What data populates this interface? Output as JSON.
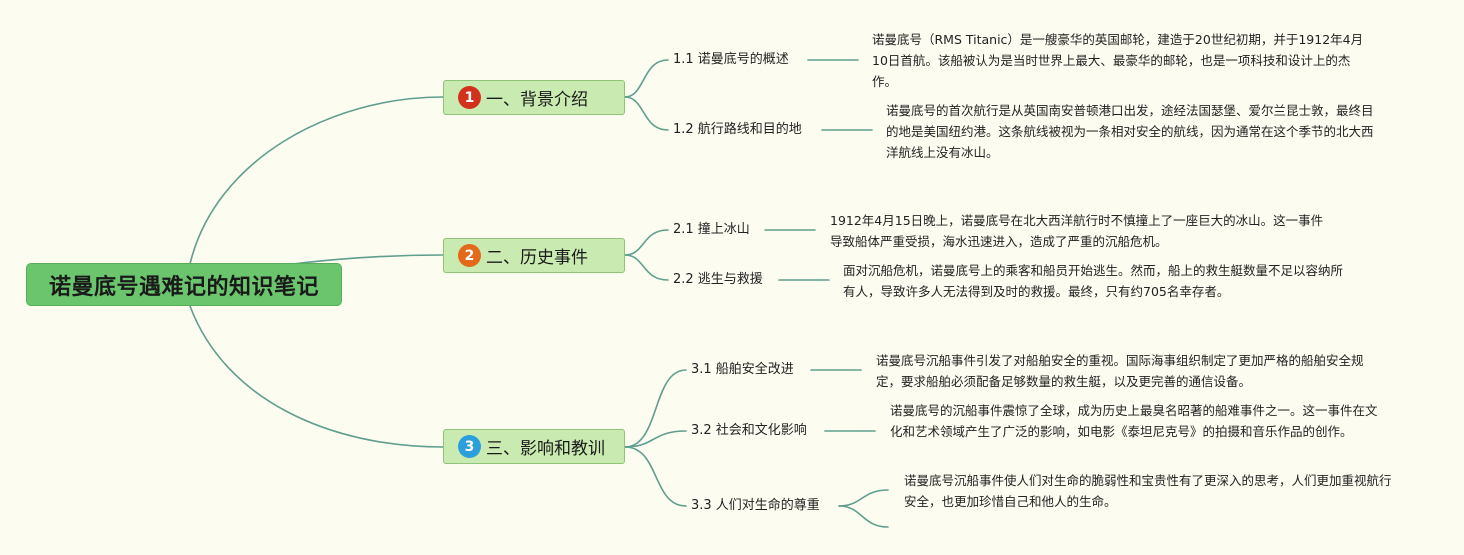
{
  "root": {
    "title": "诺曼底号遇难记的知识笔记"
  },
  "branches": [
    {
      "number": "1",
      "label": "一、背景介绍",
      "badge_color": "#d2321c",
      "subs": [
        {
          "label": "1.1 诺曼底号的概述",
          "note": "诺曼底号（RMS Titanic）是一艘豪华的英国邮轮，建造于20世纪初期，并于1912年4月10日首航。该船被认为是当时世界上最大、最豪华的邮轮，也是一项科技和设计上的杰作。"
        },
        {
          "label": "1.2 航行路线和目的地",
          "note": "诺曼底号的首次航行是从英国南安普顿港口出发，途经法国瑟堡、爱尔兰昆士敦，最终目的地是美国纽约港。这条航线被视为一条相对安全的航线，因为通常在这个季节的北大西洋航线上没有冰山。"
        }
      ]
    },
    {
      "number": "2",
      "label": "二、历史事件",
      "badge_color": "#e36a1b",
      "subs": [
        {
          "label": "2.1 撞上冰山",
          "note": "1912年4月15日晚上，诺曼底号在北大西洋航行时不慎撞上了一座巨大的冰山。这一事件导致船体严重受损，海水迅速进入，造成了严重的沉船危机。"
        },
        {
          "label": "2.2 逃生与救援",
          "note": "面对沉船危机，诺曼底号上的乘客和船员开始逃生。然而，船上的救生艇数量不足以容纳所有人，导致许多人无法得到及时的救援。最终，只有约705名幸存者。"
        }
      ]
    },
    {
      "number": "3",
      "label": "三、影响和教训",
      "badge_color": "#2b9fdb",
      "subs": [
        {
          "label": "3.1 船舶安全改进",
          "note": "诺曼底号沉船事件引发了对船舶安全的重视。国际海事组织制定了更加严格的船舶安全规定，要求船舶必须配备足够数量的救生艇，以及更完善的通信设备。"
        },
        {
          "label": "3.2 社会和文化影响",
          "note": "诺曼底号的沉船事件震惊了全球，成为历史上最臭名昭著的船难事件之一。这一事件在文化和艺术领域产生了广泛的影响，如电影《泰坦尼克号》的拍摄和音乐作品的创作。"
        },
        {
          "label": "3.3 人们对生命的尊重",
          "note": "诺曼底号沉船事件使人们对生命的脆弱性和宝贵性有了更深入的思考，人们更加重视航行安全，也更加珍惜自己和他人的生命。"
        }
      ]
    }
  ],
  "colors": {
    "background": "#fdfcf1",
    "connector": "#5f9e8e",
    "root_fill": "#6bc56d",
    "branch_fill": "#c9eab0"
  }
}
